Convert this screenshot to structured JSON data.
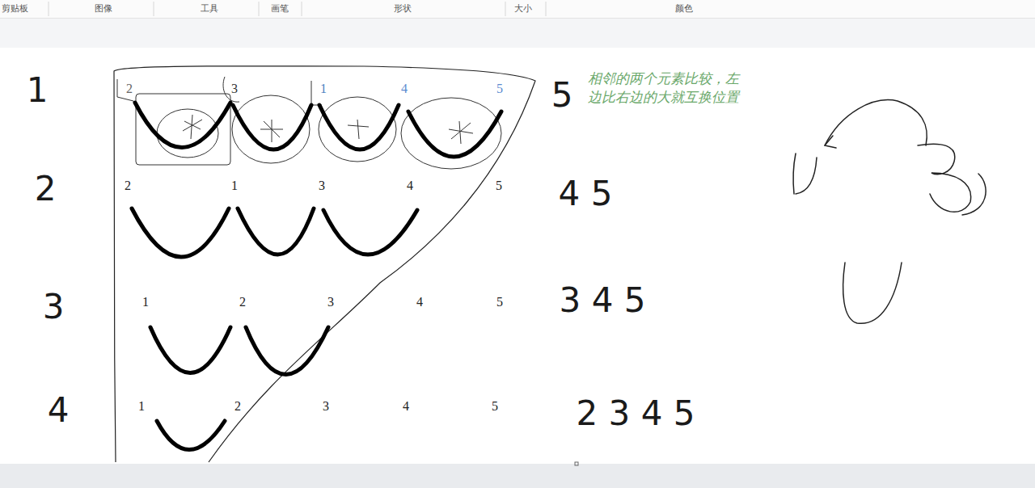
{
  "diagram": {
    "labels": [
      "剪贴板",
      "图像",
      "工具",
      "画笔",
      "形状",
      "大小",
      "颜色",
      "1",
      "2",
      "3",
      "1",
      "4",
      "5",
      "5",
      "相邻的两个元素比较，左边比右边的大就互换位置",
      "2",
      "2",
      "1",
      "3",
      "4",
      "5",
      "4 5",
      "3",
      "1",
      "2",
      "3",
      "4",
      "5",
      "3 4 5",
      "4",
      "1",
      "2",
      "3",
      "4",
      "5",
      "2 3 4 5"
    ]
  }
}
